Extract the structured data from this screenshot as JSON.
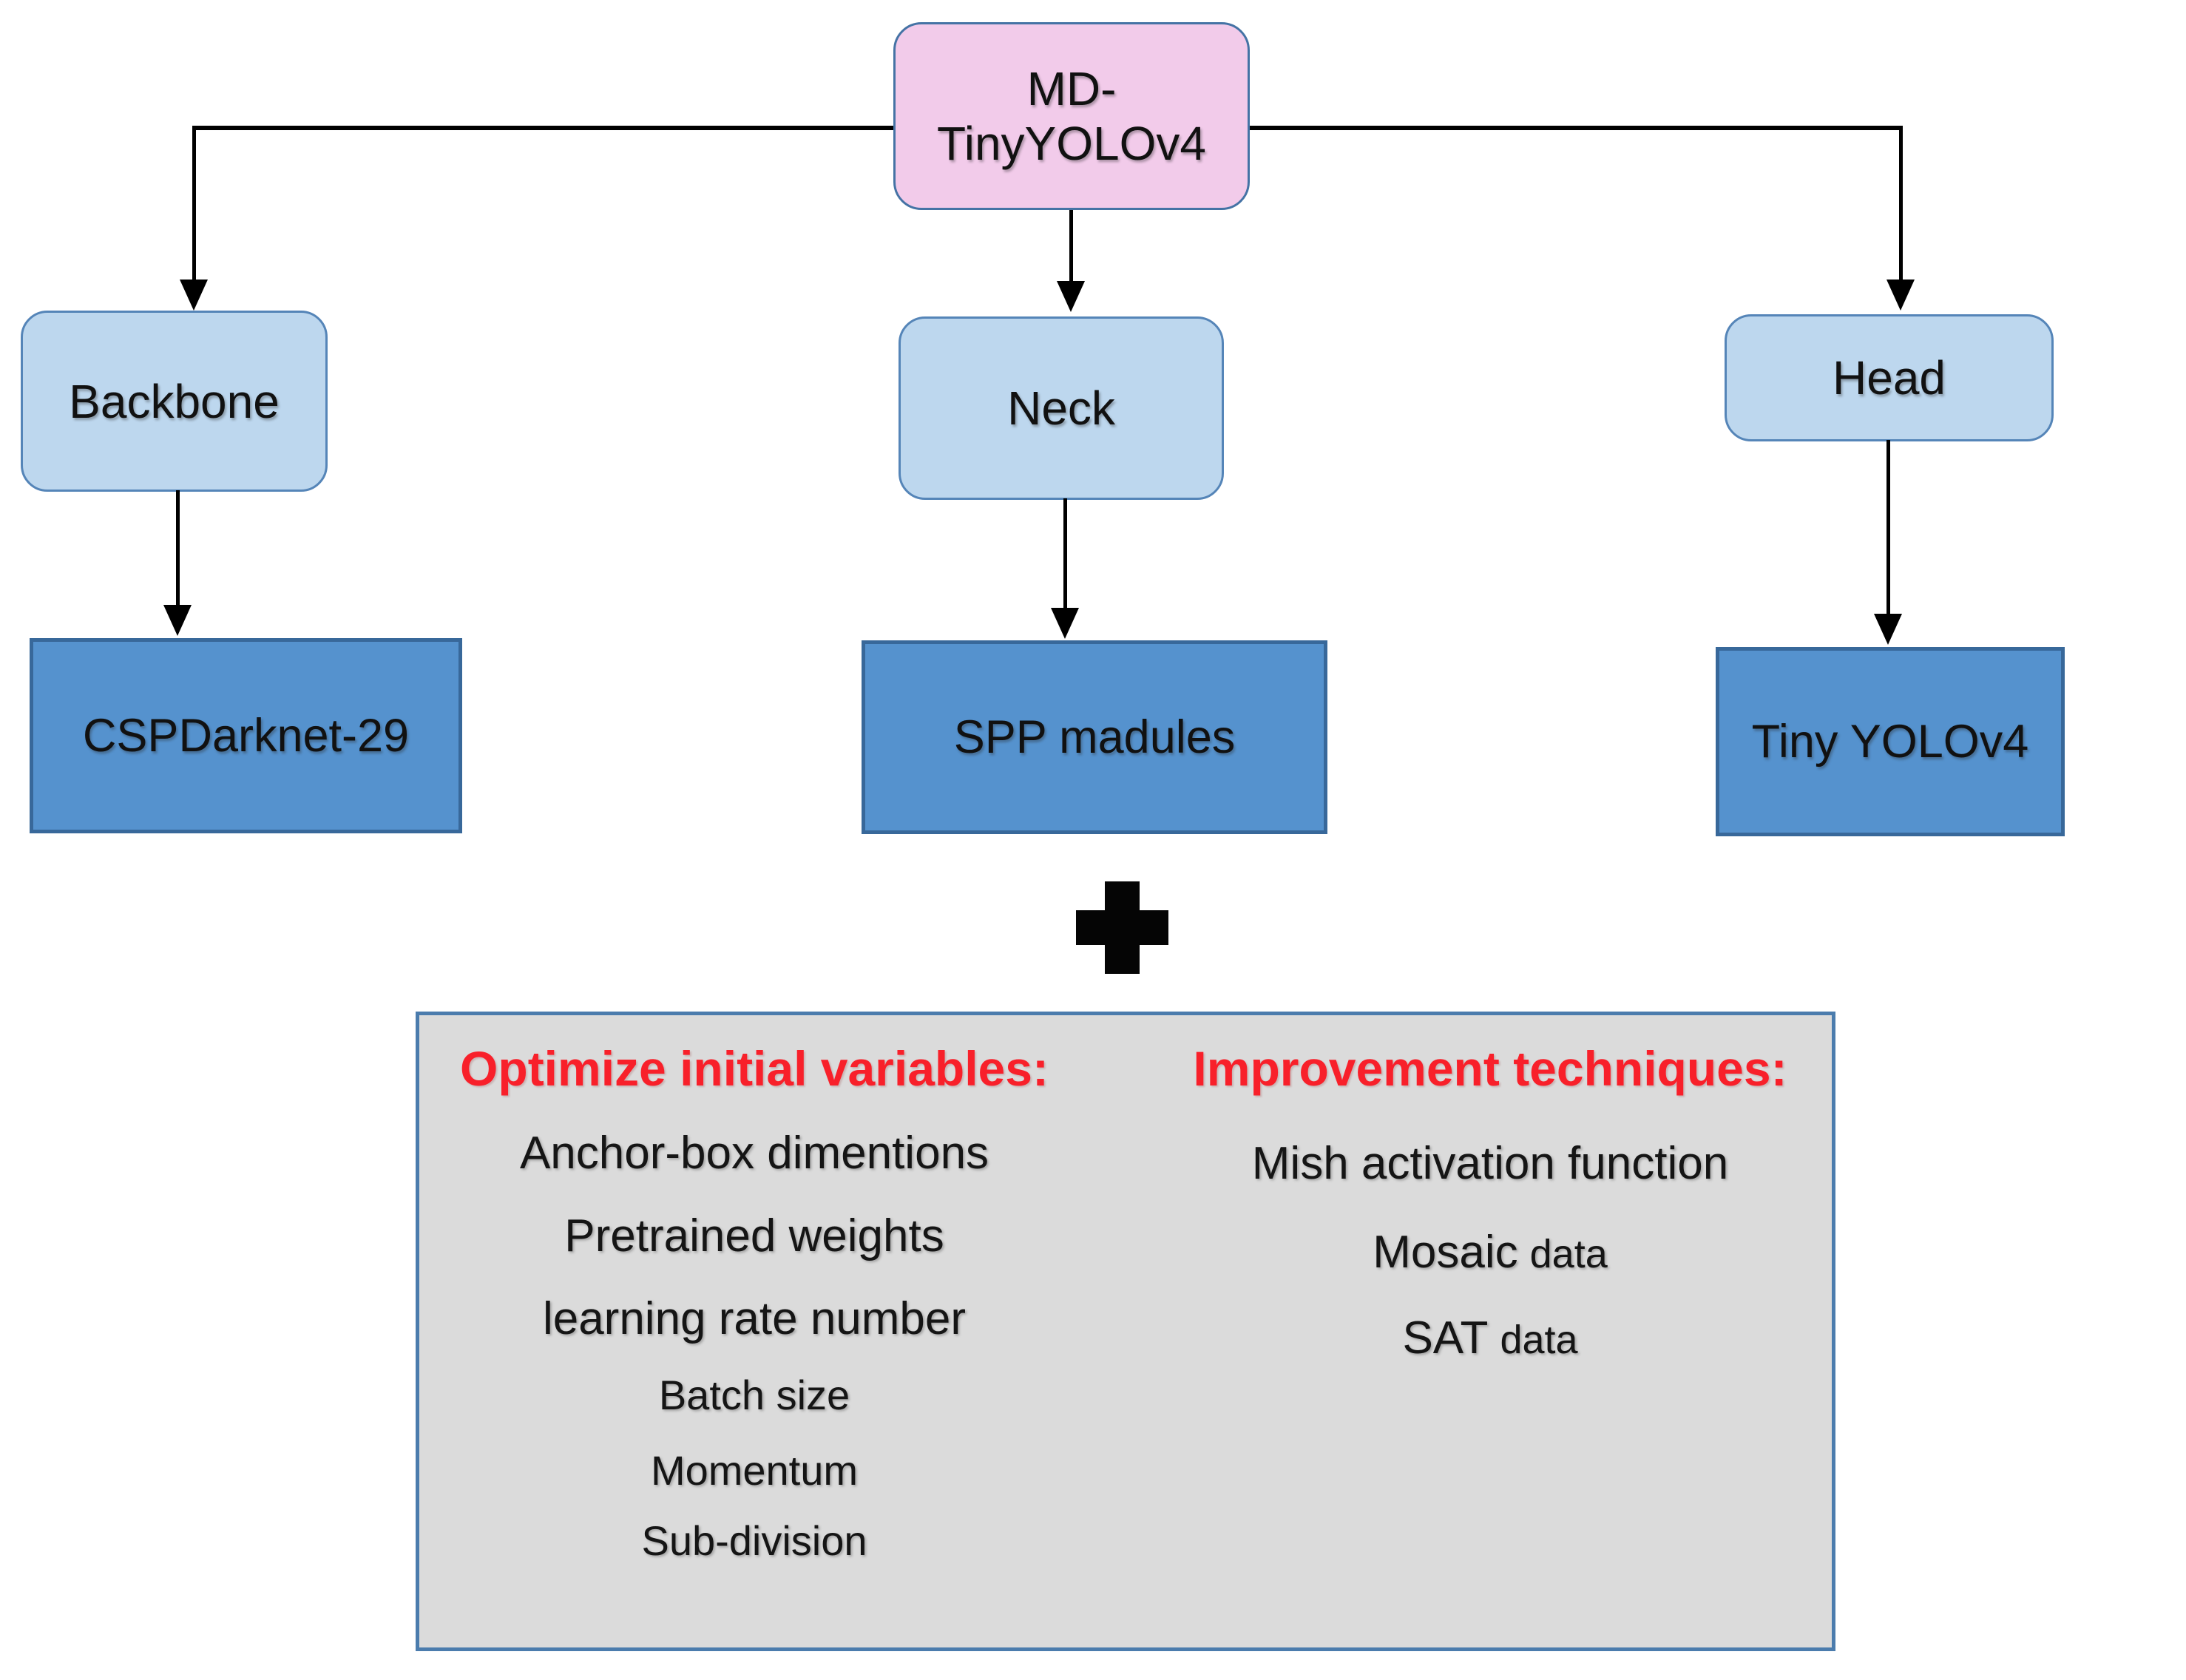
{
  "diagram": {
    "root": {
      "label": "MD-TinyYOLOv4"
    },
    "branches": [
      {
        "category": "Backbone",
        "component": "CSPDarknet-29"
      },
      {
        "category": "Neck",
        "component": "SPP madules"
      },
      {
        "category": "Head",
        "component": "Tiny YOLOv4"
      }
    ],
    "plus_icon": "plus",
    "panel": {
      "left": {
        "header": "Optimize initial variables:",
        "items": [
          "Anchor-box dimentions",
          "Pretrained weights",
          "learning rate number",
          "Batch size",
          "Momentum",
          "Sub-division"
        ]
      },
      "right": {
        "header": "Improvement techniques:",
        "items": [
          {
            "lead": "Mish activation function",
            "tail": ""
          },
          {
            "lead": "Mosaic",
            "tail": "data"
          },
          {
            "lead": "SAT",
            "tail": "data"
          }
        ]
      }
    },
    "colors": {
      "root_fill": "#f2cbea",
      "root_border": "#4573a5",
      "category_fill": "#bdd7ee",
      "category_border": "#5585b8",
      "component_fill": "#5592ce",
      "component_border": "#38689a",
      "panel_fill": "#dbdbdb",
      "panel_border": "#4b7cad",
      "header_red": "#f8202a",
      "connector": "#000000"
    }
  }
}
